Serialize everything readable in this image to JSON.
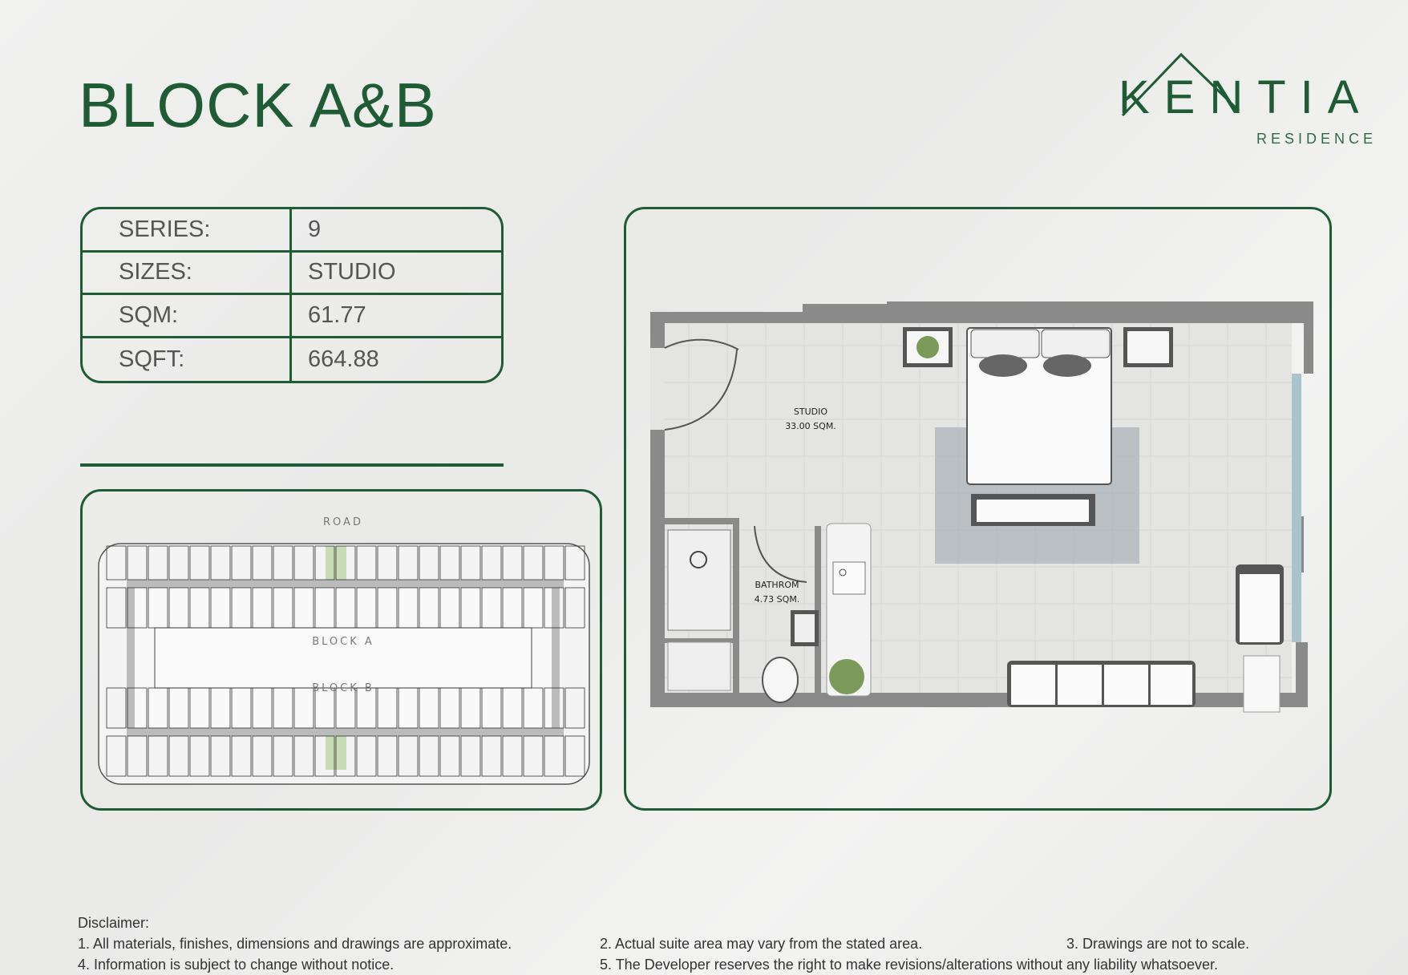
{
  "title": "BLOCK A&B",
  "logo": {
    "name": "KENTIA",
    "subtitle": "RESIDENCE"
  },
  "specs": [
    {
      "label": "SERIES:",
      "value": "9"
    },
    {
      "label": "SIZES:",
      "value": "STUDIO"
    },
    {
      "label": "SQM:",
      "value": "61.77"
    },
    {
      "label": "SQFT:",
      "value": "664.88"
    }
  ],
  "site_plan": {
    "road": "ROAD",
    "block_a": "BLOCK A",
    "block_b": "BLOCK B"
  },
  "floor_plan": {
    "studio": {
      "name": "STUDIO",
      "area": "33.00 SQM."
    },
    "bathroom": {
      "name": "BATHROM",
      "area": "4.73 SQM."
    }
  },
  "colors": {
    "brand": "#1f5c35"
  },
  "disclaimer": {
    "heading": "Disclaimer:",
    "items": [
      "1. All materials, finishes, dimensions and drawings are approximate.",
      "2. Actual suite area may vary from the stated area.",
      "3. Drawings are not to scale.",
      "4. Information is subject to change without notice.",
      "5. The Developer reserves the right to make revisions/alterations without any liability whatsoever."
    ]
  }
}
